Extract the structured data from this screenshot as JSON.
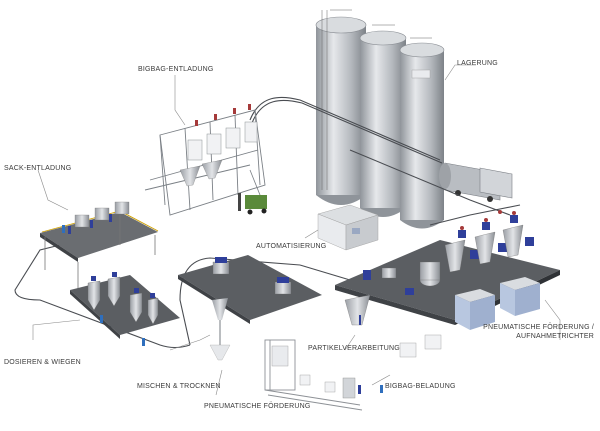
{
  "labels": {
    "bigbag_entladung": "BIGBAG-ENTLADUNG",
    "lagerung": "LAGERUNG",
    "sack_entladung": "SACK-ENTLADUNG",
    "automatisierung": "AUTOMATISIERUNG",
    "dosieren_wiegen": "DOSIEREN & WIEGEN",
    "mischen_trocknen": "MISCHEN & TROCKNEN",
    "pneumatische_foerderung": "PNEUMATISCHE FÖRDERUNG",
    "partikelverarbeitung": "PARTIKELVERARBEITUNG",
    "bigbag_beladung": "BIGBAG-BELADUNG",
    "pneumatische_foerderung_aufnahme_line1": "PNEUMATISCHE FÖRDERUNG /",
    "pneumatische_foerderung_aufnahme_line2": "AUFNAHMETRICHTER"
  },
  "colors": {
    "platform": "#5b5e62",
    "steel": "#c9ccd0",
    "steel_dark": "#8d9196",
    "accent_blue": "#2f3f9a",
    "vehicle_green": "#5a8a3a",
    "pipe": "#4a4d52",
    "panel_blue": "#b8c7e0",
    "leader": "#8a8a8a"
  }
}
